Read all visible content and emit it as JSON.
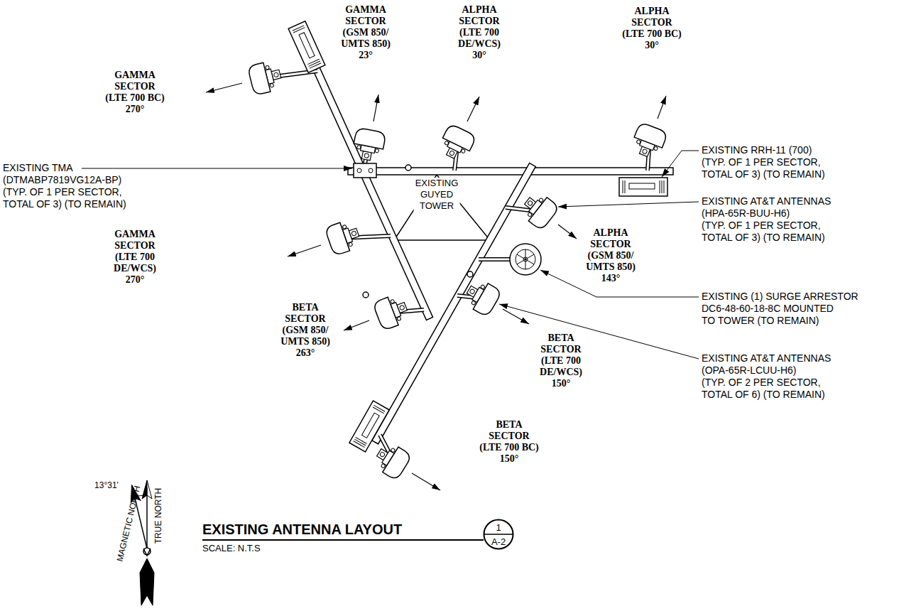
{
  "diagram": {
    "title": "EXISTING ANTENNA LAYOUT",
    "nodes": [
      {
        "text": [
          "1",
          "A-2"
        ]
      }
    ],
    "labels": [
      "GAMMA SECTOR (GSM 850/ UMTS 850) 23°",
      "ALPHA SECTOR (LTE 700 DE/WCS) 30°",
      "ALPHA SECTOR (LTE 700 BC) 30°",
      "GAMMA SECTOR (LTE 700 BC) 270°",
      "EXISTING TMA (DTMABP7819VG12A-BP) (TYP. OF 1 PER SECTOR, TOTAL OF 3) (TO REMAIN)",
      "EXISTING RRH-11 (700) (TYP. OF 1 PER SECTOR, TOTAL OF 3) (TO REMAIN)",
      "EXISTING GUYED TOWER",
      "EXISTING AT&T ANTENNAS (HPA-65R-BUU-H6) (TYP. OF 1 PER SECTOR, TOTAL OF 3) (TO REMAIN)",
      "GAMMA SECTOR (LTE 700 DE/WCS) 270°",
      "ALPHA SECTOR (GSM 850/ UMTS 850) 143°",
      "EXISTING (1) SURGE ARRESTOR DC6-48-60-18-8C MOUNTED TO TOWER (TO REMAIN)",
      "BETA SECTOR (GSM 850/ UMTS 850) 263°",
      "BETA SECTOR (LTE 700 DE/WCS) 150°",
      "EXISTING AT&T ANTENNAS (OPA-65R-LCUU-H6) (TYP. OF 2 PER SECTOR, TOTAL OF 6) (TO REMAIN)",
      "BETA SECTOR (LTE 700 BC) 150°",
      "13°31'",
      "TRUE NORTH",
      "MAGNETIC NORTH",
      "SCALE: N.T.S"
    ]
  }
}
